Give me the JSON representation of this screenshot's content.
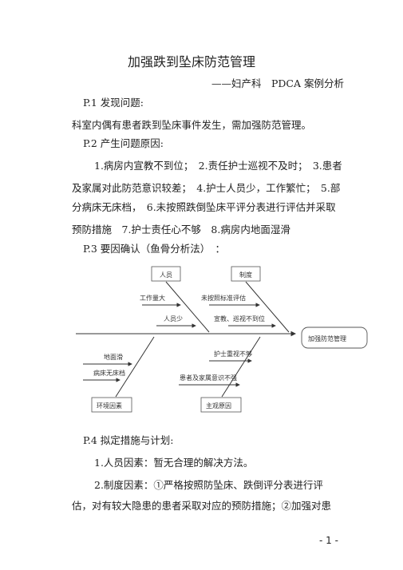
{
  "title": "加强跌到坠床防范管理",
  "subtitle": "——妇产科　PDCA 案例分析",
  "sections": {
    "p1_head": "P.1  发现问题:",
    "p1_body": "科室内偶有患者跌到坠床事件发生，需加强防范管理。",
    "p2_head": "P.2  产生问题原因:",
    "p2_line1": "1.病房内宣教不到位；　2.责任护士巡视不及时；　3.患者",
    "p2_line2": "及家属对此防范意识较差；　4.护士人员少，工作繁忙；　5.部",
    "p2_line3": "分病床无床档，　6.未按照跌倒坠床平评分表进行评估并采取",
    "p2_line4": "预防措施　7.护士责任心不够　8.病房内地面湿滑",
    "p3_head": "P.3  要因确认（鱼骨分析法）　：",
    "p4_head": "P.4  拟定措施与计划:",
    "p4_line1": "1.人员因素：暂无合理的解决方法。",
    "p4_line2": "2.制度因素：①严格按照防坠床、跌倒评分表进行评",
    "p4_line3": "估，对有较大隐患的患者采取对应的预防措施；②加强对患"
  },
  "fishbone": {
    "head": "加强防范管理",
    "cat_people": "人员",
    "cat_system": "制度",
    "cat_env": "环境因素",
    "cat_subjective": "主观原因",
    "c_workload": "工作量大",
    "c_staff": "人员少",
    "c_noassess": "未按照标准评估",
    "c_patrol": "宣教、巡视不到位",
    "c_floor": "地面滑",
    "c_bedrail": "病床无床档",
    "c_nurse": "护士重视不够",
    "c_aware": "患者及家属意识不强"
  },
  "footer": "- 1 -"
}
